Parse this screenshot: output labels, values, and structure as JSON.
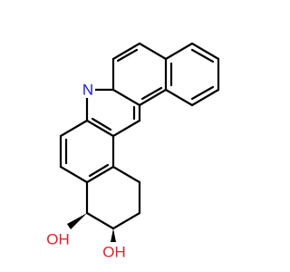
{
  "molecule": {
    "atoms": {
      "nitrogen": {
        "label": "N",
        "color": "#1a1adb"
      },
      "hydroxyl_1": {
        "label": "OH",
        "color": "#e8202a"
      },
      "hydroxyl_2": {
        "label": "OH",
        "color": "#e8202a"
      }
    },
    "bond_color": "#000000"
  }
}
